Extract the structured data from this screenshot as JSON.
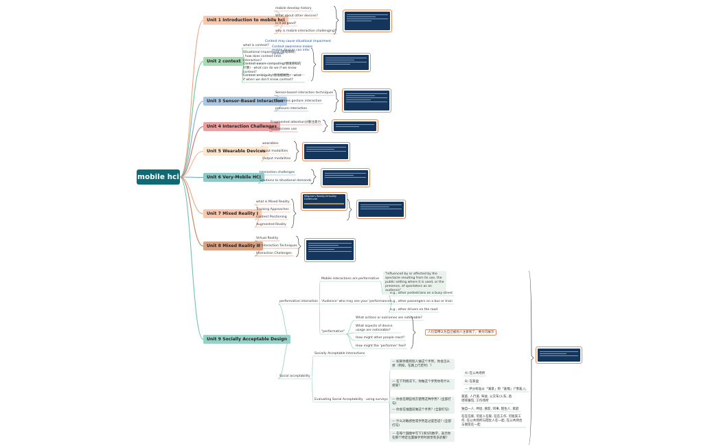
{
  "root": {
    "label": "mobile hci"
  },
  "units": [
    {
      "label": "Unit 1 Introduction to mobile hci",
      "color": "#f7c7ae",
      "children": [
        "mobile develop history",
        "What about other devices?",
        "Is it all good?",
        "why is mobile interaction challenging?"
      ]
    },
    {
      "label": "Unit 2 context",
      "color": "#a8dcb4",
      "children": [
        "what is context?",
        "Situational impairment (情境障碍) · how does context limit interaction?",
        "Context-aware computing(情境感知的计算) · what can do we if we know context?",
        "Context ambiguity(情境模糊性) · what if when we don't know context?"
      ]
    },
    {
      "label": "Unit 3 Sensor-Based Interaction",
      "color": "#a9c7e3",
      "children": [
        "Sensor-based interaction techniques",
        "Touchless gesture interaction",
        "pressure interaction"
      ]
    },
    {
      "label": "Unit 4 Interaction Challenges",
      "color": "#e8a0a0",
      "children": [
        "Fragmented attention分散注意力",
        "Touchscreen use"
      ]
    },
    {
      "label": "Unit 5 Wearable Devices",
      "color": "#fbe6d0",
      "children": [
        "wearables",
        "Input modalities",
        "Output modalities"
      ]
    },
    {
      "label": "Unit 6 Very-Mobile HCI",
      "color": "#8ec9c9",
      "children": [
        "Interaction challenges",
        "Solutions to situational demands"
      ]
    },
    {
      "label": "Unit 7 Mixed Reality I",
      "color": "#f7c7ae",
      "children": [
        "what is Mixed Reality",
        "Tracking Approaches",
        "Content Positioning",
        "Augmented Reality"
      ]
    },
    {
      "label": "Unit 8 Mixed Reality II",
      "color": "#d9a183",
      "children": [
        "Virtual Reality",
        "3D Interaction Techniques",
        "Interaction Challenges"
      ]
    },
    {
      "label": "Unit 9 Socially Acceptable Design",
      "color": "#97d2c6",
      "children": []
    }
  ],
  "unit2_annotations": [
    "Context may cause situational impairment",
    "Context awareness makes mobile devices can infer context"
  ],
  "unit7_thumb_title": "Milgram's Reality-Virtuality Continuum",
  "unit9": {
    "performative": "performative interaction",
    "mobile_perf": "Mobile interactions are performative",
    "mobile_perf_quote": "\"Influenced by or affected by the spectacle resulting from its use, the public setting where it is used, or the presence, of spectators as an audience\"",
    "audience": "'Audience' who may see your 'performance'",
    "audience_items": [
      "e.g., other pedestrians on a busy street",
      "e.g., other passengers on a bus or train",
      "e.g., other drivers on the road"
    ],
    "performative_q": "\"performative\"",
    "perf_items": [
      "What actions or outcomes are noticeable?",
      "What aspects of device usage are noticeable?",
      "How might other people react?",
      "How might the 'performer' feel?"
    ],
    "perf_note": "人们常用认为自己被别人注意到了，要为可展示",
    "social": "Social acceptability",
    "sai": "Socially Acceptable Interactions",
    "eval": "Evaluating Social Acceptability",
    "surveys": "using surveys",
    "survey_items": [
      "— 如果你看到别人做这个手势，你会怎么想（例如，在路上行走时）？",
      "— 在下列情况下，你做这个手势你有什么感受？",
      "— 你会在哪些地方使用这种手势？(全部打勾)",
      "— 你会在谁面前做这个手势？(全部打勾)",
      "— 什么对敏感性或手势是过度否适？(全部打勾)",
      "— 在每个圆圈中写下1到5的数字，表示你在那个特定位置做手势时感觉有多舒服？"
    ],
    "feel_items": [
      "A) 在公共场所",
      "B) 在家里",
      "— 评分标准从「满意」到「羞愧」(「害羞」)。"
    ],
    "where_ans": "家庭, 人行道, 驾驶, 公交车/火车, 酒吧或餐馆, 工作场所",
    "who_ans": "独自一人, 伴侣, 朋友, 同事, 陌生人, 家庭",
    "why_ans": "在在在家, 可嵌入在家, 在在工作, 可能其工作, 在公共场所与陌生人在一起, 在公共场合与朋友在一起"
  }
}
